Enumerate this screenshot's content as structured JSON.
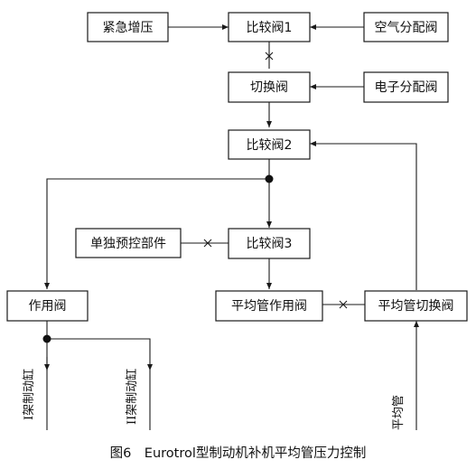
{
  "diagram": {
    "nodes": {
      "emergency_boost": "紧急增压",
      "compare_valve_1": "比较阀1",
      "air_dist_valve": "空气分配阀",
      "switch_valve": "切换阀",
      "electronic_dist_valve": "电子分配阀",
      "compare_valve_2": "比较阀2",
      "independent_control": "单独预控部件",
      "compare_valve_3": "比较阀3",
      "action_valve": "作用阀",
      "equalizing_pipe_action_valve": "平均管作用阀",
      "equalizing_pipe_switch_valve": "平均管切换阀"
    },
    "labels": {
      "bogie_1_cylinder": "I架制动缸",
      "bogie_2_cylinder": "II架制动缸",
      "equalizing_pipe": "平均管"
    },
    "caption": "图6　Eurotrol型制动机补机平均管压力控制"
  }
}
